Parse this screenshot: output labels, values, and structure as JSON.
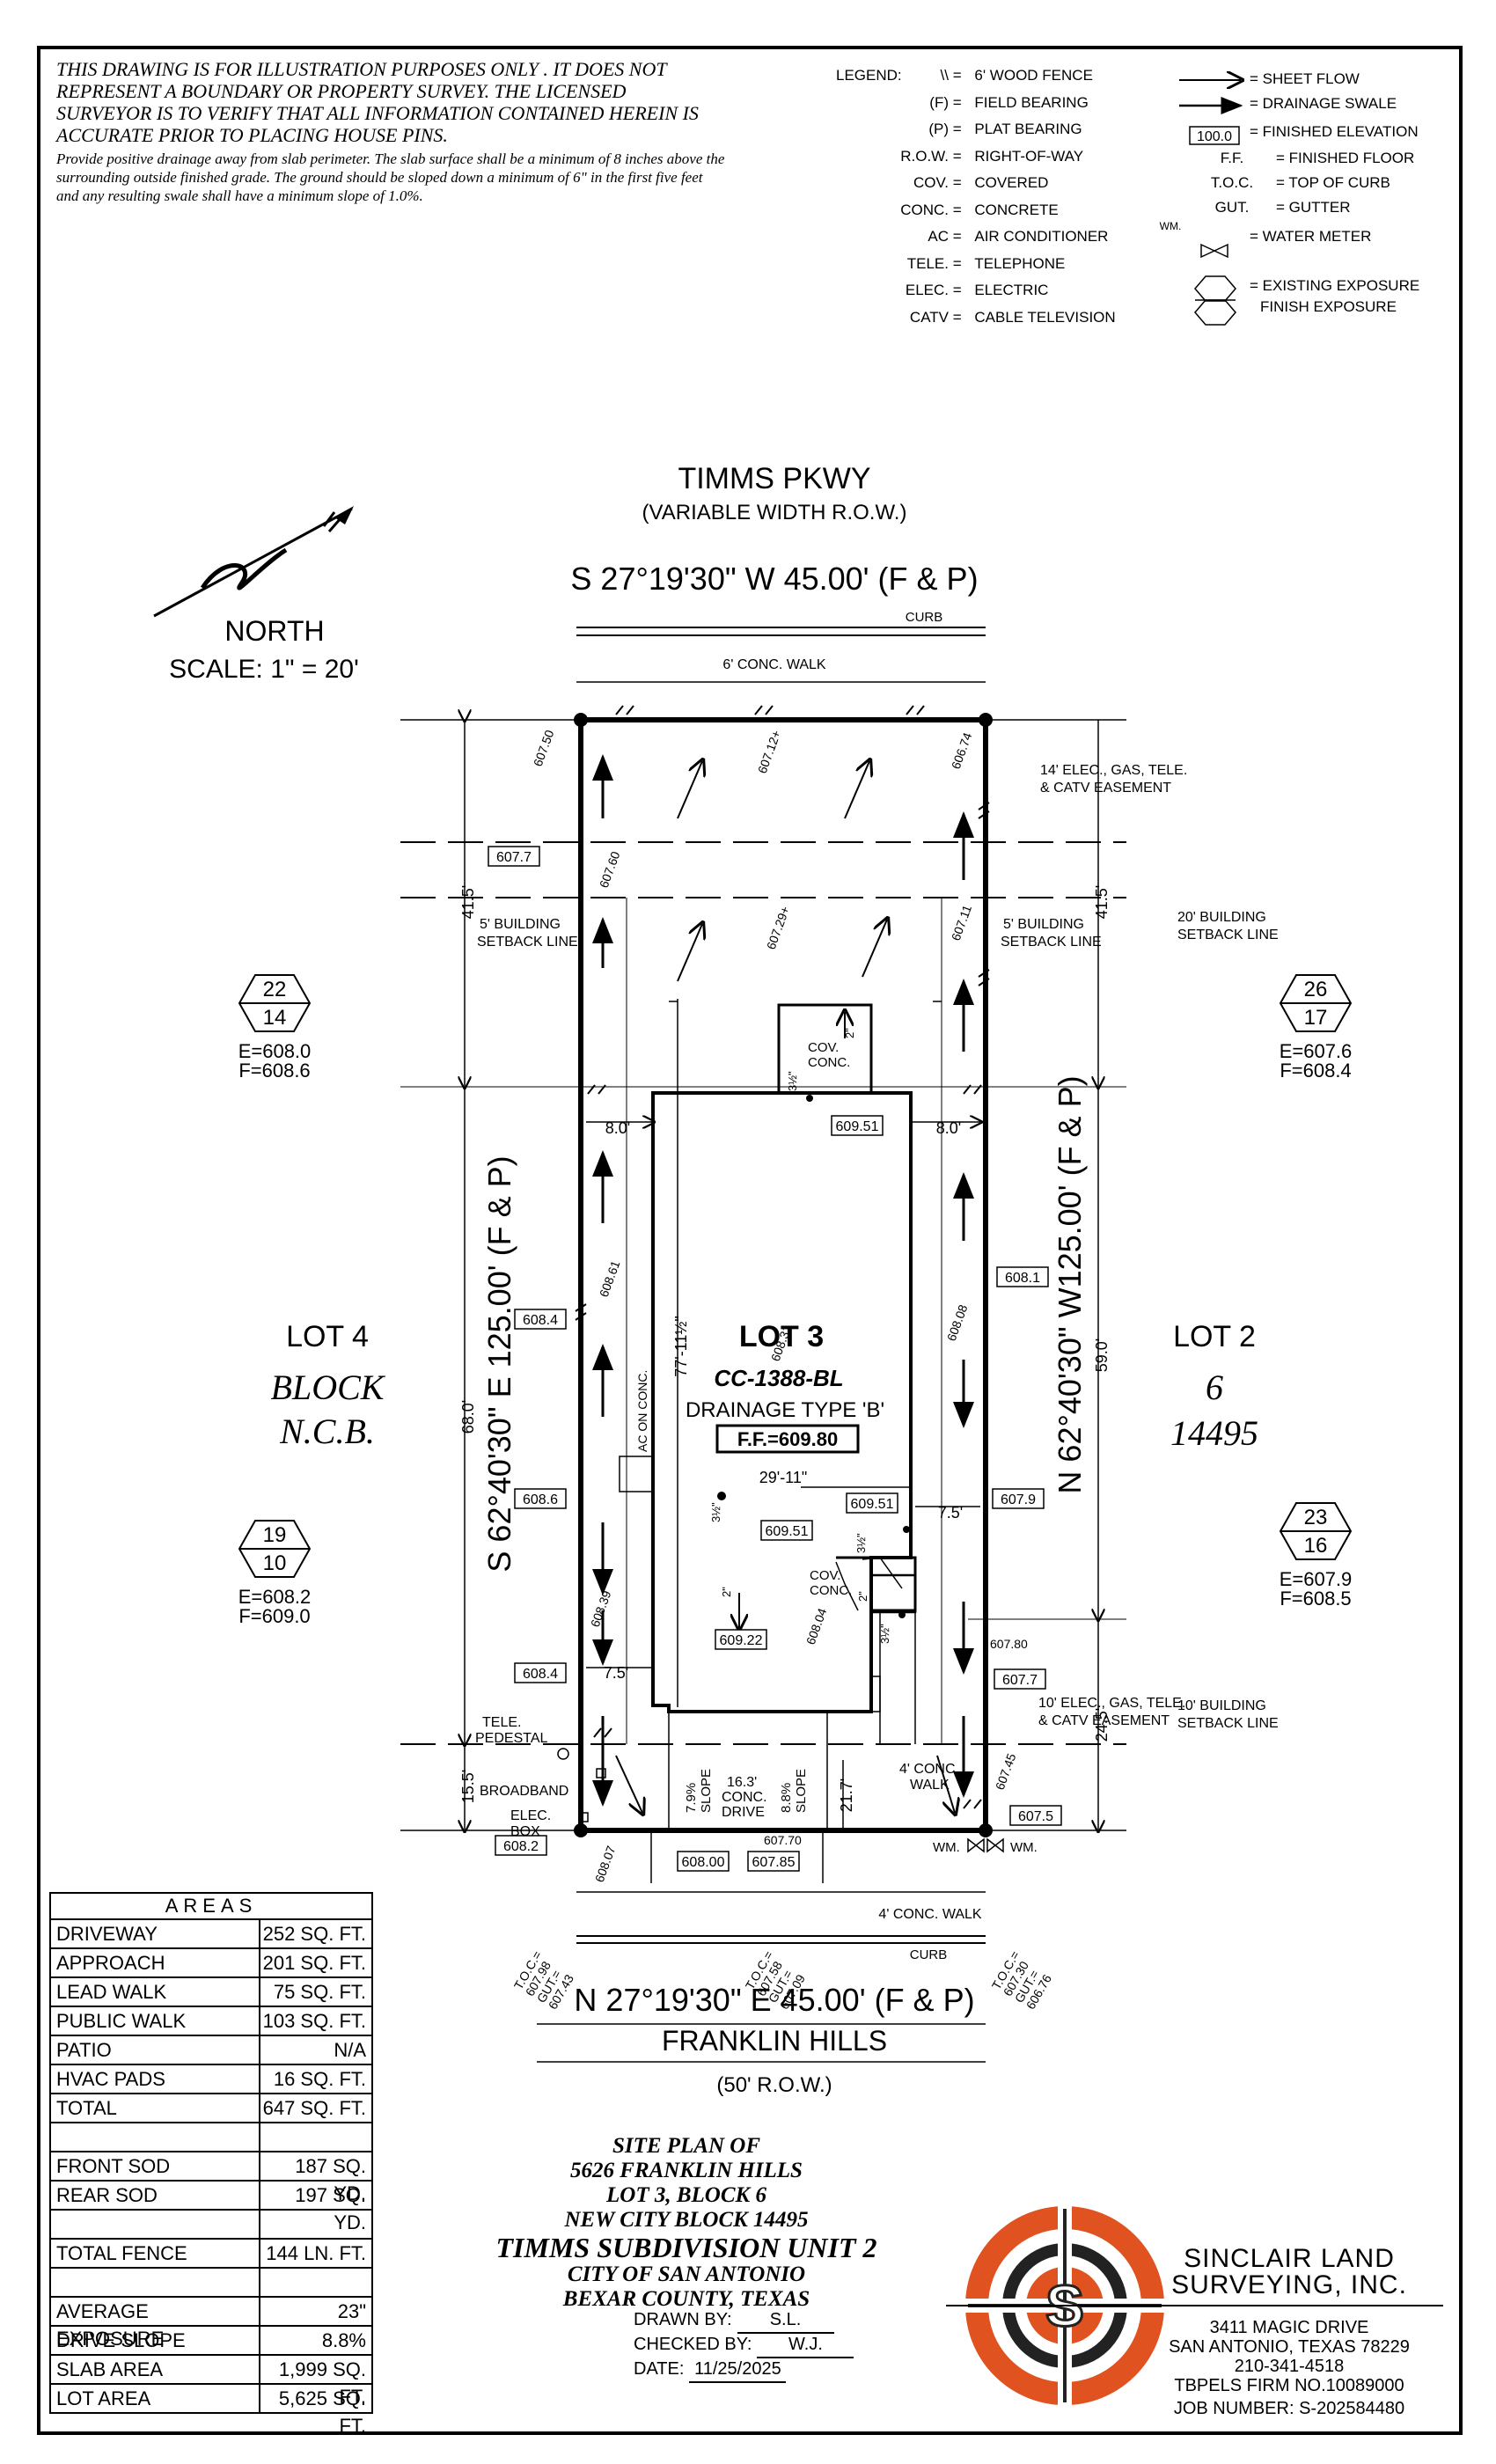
{
  "disclaimer": {
    "headline": "THIS DRAWING IS FOR ILLUSTRATION PURPOSES ONLY . IT DOES NOT REPRESENT A BOUNDARY OR PROPERTY SURVEY. THE LICENSED SURVEYOR IS TO VERIFY THAT ALL INFORMATION CONTAINED HEREIN IS ACCURATE PRIOR TO PLACING HOUSE PINS.",
    "body": "Provide positive drainage away from slab perimeter. The slab surface shall be a minimum of 8 inches above the surrounding outside finished grade. The ground should be sloped down a minimum of 6\" in the first five feet and any resulting swale shall have a minimum slope of 1.0%."
  },
  "legend": {
    "title": "LEGEND:",
    "left": [
      {
        "key": "\\\\",
        "value": "6' WOOD FENCE"
      },
      {
        "key": "(F)",
        "value": "FIELD BEARING"
      },
      {
        "key": "(P)",
        "value": "PLAT BEARING"
      },
      {
        "key": "R.O.W.",
        "value": "RIGHT-OF-WAY"
      },
      {
        "key": "COV.",
        "value": "COVERED"
      },
      {
        "key": "CONC.",
        "value": "CONCRETE"
      },
      {
        "key": "AC",
        "value": "AIR CONDITIONER"
      },
      {
        "key": "TELE.",
        "value": "TELEPHONE"
      },
      {
        "key": "ELEC.",
        "value": "ELECTRIC"
      },
      {
        "key": "CATV",
        "value": "CABLE TELEVISION"
      }
    ],
    "right": [
      {
        "key": "arrow",
        "value": "= SHEET FLOW"
      },
      {
        "key": "swale",
        "value": "= DRAINAGE SWALE"
      },
      {
        "key": "100.0",
        "value": "= FINISHED ELEVATION"
      },
      {
        "key": "F.F.",
        "value": "= FINISHED FLOOR"
      },
      {
        "key": "T.O.C.",
        "value": "= TOP OF CURB"
      },
      {
        "key": "GUT.",
        "value": "= GUTTER"
      },
      {
        "key": "WM.",
        "value": "= WATER METER"
      },
      {
        "key": "00",
        "value": "= EXISTING EXPOSURE"
      },
      {
        "key": "00",
        "value": "FINISH EXPOSURE"
      }
    ]
  },
  "plan": {
    "north_label": "NORTH",
    "scale": "SCALE: 1\" = 20'",
    "street_top": "TIMMS PKWY",
    "street_top_row": "(VARIABLE WIDTH R.O.W.)",
    "bearing_top": "S 27°19'30\" W 45.00' (F & P)",
    "curb": "CURB",
    "walk_top": "6' CONC. WALK",
    "easement_top": "14' ELEC., GAS, TELE. & CATV EASEMENT",
    "setback_left": "5' BUILDING SETBACK LINE",
    "setback_right": "5' BUILDING SETBACK LINE",
    "setback_front": "20' BUILDING SETBACK LINE",
    "setback_rear": "10' BUILDING SETBACK LINE",
    "easement_bottom": "10' ELEC., GAS, TELE. & CATV EASEMENT",
    "bearing_left": "S 62°40'30\" E 125.00' (F & P)",
    "bearing_right": "N 62°40'30\" W125.00' (F & P)",
    "bearing_bottom": "N 27°19'30\" E 45.00' (F & P)",
    "street_bottom": "FRANKLIN HILLS",
    "street_bottom_row": "(50' R.O.W.)",
    "walk_bottom": "4' CONC. WALK",
    "lot_left": "LOT 4",
    "block_left_1": "BLOCK",
    "block_left_2": "N.C.B.",
    "lot_right": "LOT 2",
    "block_right_1": "6",
    "block_right_2": "14495",
    "lot_center": "LOT 3",
    "plan_code": "CC-1388-BL",
    "drainage": "DRAINAGE TYPE 'B'",
    "ff": "F.F.=609.80",
    "dim_68": "68.0'",
    "dim_59": "59.0'",
    "dim_41_l": "41.5'",
    "dim_41_r": "41.5'",
    "dim_15": "15.5'",
    "dim_24": "24.5'",
    "dim_8_l": "8.0'",
    "dim_8_r": "8.0'",
    "dim_7_l": "7.5'",
    "dim_7_r": "7.5'",
    "dim_77": "77'-11½\"",
    "dim_29": "29'-11\"",
    "dim_21": "21.7'",
    "cov_conc": "COV. CONC.",
    "ac_on_conc": "AC ON CONC.",
    "tele_pedestal": "TELE. PEDESTAL",
    "broadband": "BROADBAND",
    "elec_box": "ELEC. BOX",
    "drive_label": "16.3' CONC. DRIVE",
    "slope_left": "7.9% SLOPE",
    "slope_right": "8.8% SLOPE",
    "walk_4": "4' CONC. WALK",
    "wm": "WM.",
    "slope_2": "2\"",
    "step_3": "3½\"",
    "elev_boxes": [
      "607.7",
      "609.51",
      "608.4",
      "608.1",
      "608.6",
      "609.51",
      "607.9",
      "609.51",
      "609.22",
      "608.4",
      "607.7",
      "607.5",
      "608.2",
      "608.00",
      "607.85"
    ],
    "spot_elevs": [
      "607.50",
      "607.12+",
      "606.74",
      "607.60",
      "607.29+",
      "607.11",
      "608.61",
      "608.31",
      "608.08",
      "608.39",
      "608.04",
      "607.80",
      "607.45",
      "607.70",
      "608.07"
    ],
    "toc_left": "T.O.C.= 607.98 GUT.= 607.43",
    "toc_mid": "T.O.C.= 607.58 GUT.= 607.09",
    "toc_right": "T.O.C.= 607.30 GUT.= 606.76",
    "exposures": [
      {
        "top": "22",
        "bottom": "14",
        "e": "E=608.0",
        "f": "F=608.6"
      },
      {
        "top": "26",
        "bottom": "17",
        "e": "E=607.6",
        "f": "F=608.4"
      },
      {
        "top": "19",
        "bottom": "10",
        "e": "E=608.2",
        "f": "F=609.0"
      },
      {
        "top": "23",
        "bottom": "16",
        "e": "E=607.9",
        "f": "F=608.5"
      }
    ]
  },
  "areas": {
    "title": "AREAS",
    "rows": [
      {
        "name": "DRIVEWAY",
        "value": "252 SQ. FT."
      },
      {
        "name": "APPROACH",
        "value": "201 SQ. FT."
      },
      {
        "name": "LEAD WALK",
        "value": "75 SQ. FT."
      },
      {
        "name": "PUBLIC WALK",
        "value": "103 SQ. FT."
      },
      {
        "name": "PATIO",
        "value": "N/A"
      },
      {
        "name": "HVAC PADS",
        "value": "16 SQ. FT."
      },
      {
        "name": "TOTAL",
        "value": "647 SQ. FT."
      },
      {
        "name": "",
        "value": ""
      },
      {
        "name": "FRONT SOD",
        "value": "187 SQ. YD."
      },
      {
        "name": "REAR SOD",
        "value": "197 SQ. YD."
      },
      {
        "name": "",
        "value": ""
      },
      {
        "name": "TOTAL FENCE",
        "value": "144 LN. FT."
      },
      {
        "name": "",
        "value": ""
      },
      {
        "name": "AVERAGE EXPOSURE",
        "value": "23\""
      },
      {
        "name": "DRIVE SLOPE",
        "value": "8.8%"
      },
      {
        "name": "SLAB AREA",
        "value": "1,999 SQ. FT."
      },
      {
        "name": "LOT AREA",
        "value": "5,625 SQ. FT."
      }
    ]
  },
  "title_block": {
    "line1": "SITE PLAN OF",
    "line2": "5626 FRANKLIN HILLS",
    "line3": "LOT 3, BLOCK 6",
    "line4": "NEW CITY BLOCK 14495",
    "line5": "TIMMS SUBDIVISION UNIT 2",
    "line6": "CITY OF SAN ANTONIO",
    "line7": "BEXAR COUNTY, TEXAS",
    "drawn_label": "DRAWN BY:",
    "drawn_by": "S.L.",
    "checked_label": "CHECKED BY:",
    "checked_by": "W.J.",
    "date_label": "DATE:",
    "date": "11/25/2025"
  },
  "company": {
    "name1": "SINCLAIR LAND",
    "name2": "SURVEYING, INC.",
    "address1": "3411 MAGIC DRIVE",
    "address2": "SAN ANTONIO, TEXAS 78229",
    "phone": "210-341-4518",
    "firm": "TBPELS FIRM NO.10089000",
    "job": "JOB NUMBER:  S-202584480",
    "logo_letter": "S",
    "logo_color": "#e0521f"
  }
}
